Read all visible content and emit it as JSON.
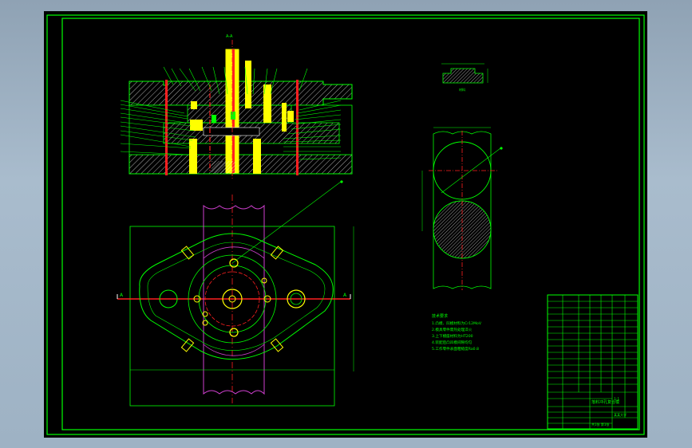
{
  "drawing": {
    "section_label": "A-A",
    "cut_mark_left": "A",
    "cut_mark_right": "A",
    "part_note": "材料",
    "tech_title": "技术要求",
    "tech_lines": [
      "1.凸模、凹模材料为Cr12MoV",
      "2.模具零件需热处理淬火",
      "3.上下模座材料为HT200",
      "4.装配后凸凹模间隙均匀",
      "5.工作零件表面粗糙度Ra0.8"
    ],
    "title_block": {
      "name": "落料冲孔复合模",
      "scale": "1:1",
      "sheet": "共1张 第1张",
      "school": "某某大学"
    },
    "colors": {
      "frame": "#00ff00",
      "part": "#ffff00",
      "centerline": "#ff2020",
      "hatch": "#e0e0e0",
      "blank": "#d040d0"
    }
  }
}
